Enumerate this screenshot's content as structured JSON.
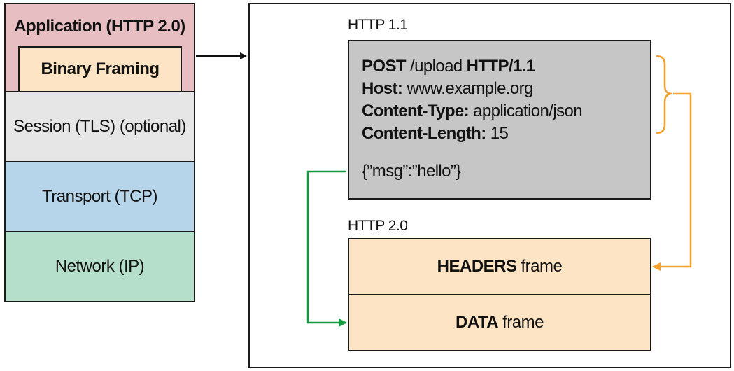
{
  "stack": {
    "application": "Application (HTTP 2.0)",
    "binary_framing": "Binary Framing",
    "session": "Session (TLS) (optional)",
    "transport": "Transport (TCP)",
    "network": "Network (IP)"
  },
  "http11": {
    "label": "HTTP 1.1",
    "request_line": {
      "method": "POST",
      "path": " /upload ",
      "version": "HTTP/1.1"
    },
    "headers": [
      {
        "name": "Host:",
        "value": " www.example.org"
      },
      {
        "name": "Content-Type:",
        "value": " application/json"
      },
      {
        "name": "Content-Length:",
        "value": " 15"
      }
    ],
    "body": "{”msg”:”hello”}"
  },
  "http2": {
    "label": "HTTP 2.0",
    "headers_frame": {
      "bold": "HEADERS",
      "rest": "frame"
    },
    "data_frame": {
      "bold": "DATA",
      "rest": "frame"
    }
  },
  "colors": {
    "application": "#e7bfc3",
    "binary_framing": "#fde4c4",
    "session": "#e6e6e6",
    "transport": "#b7d5ea",
    "network": "#b5decb",
    "http11_box": "#c6c6c6",
    "frame": "#fde4c4",
    "header_arrow": "#f5a02c",
    "data_arrow": "#119a3f"
  }
}
